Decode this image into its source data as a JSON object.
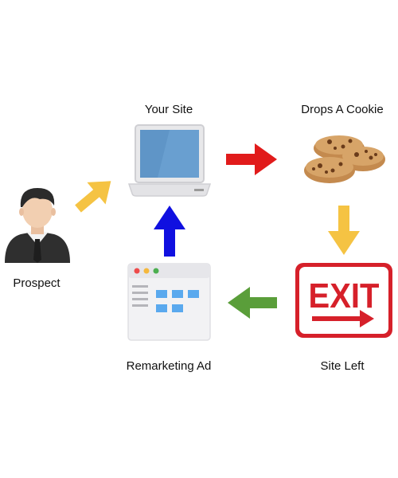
{
  "nodes": {
    "prospect": {
      "label": "Prospect",
      "icon": "person-icon"
    },
    "your_site": {
      "label": "Your Site",
      "icon": "laptop-icon"
    },
    "cookie": {
      "label": "Drops A Cookie",
      "icon": "cookies-icon"
    },
    "site_left": {
      "label": "Site Left",
      "icon": "exit-sign-icon",
      "sign_text": "EXIT"
    },
    "remarketing": {
      "label": "Remarketing Ad",
      "icon": "browser-window-icon"
    }
  },
  "arrows": {
    "prospect_to_site": {
      "color": "#f5c343",
      "direction": "up-right"
    },
    "site_to_cookie": {
      "color": "#e11b1b",
      "direction": "right"
    },
    "cookie_to_exit": {
      "color": "#f5c343",
      "direction": "down"
    },
    "exit_to_ad": {
      "color": "#5a9e3a",
      "direction": "left"
    },
    "ad_to_site": {
      "color": "#1010e0",
      "direction": "up"
    }
  }
}
